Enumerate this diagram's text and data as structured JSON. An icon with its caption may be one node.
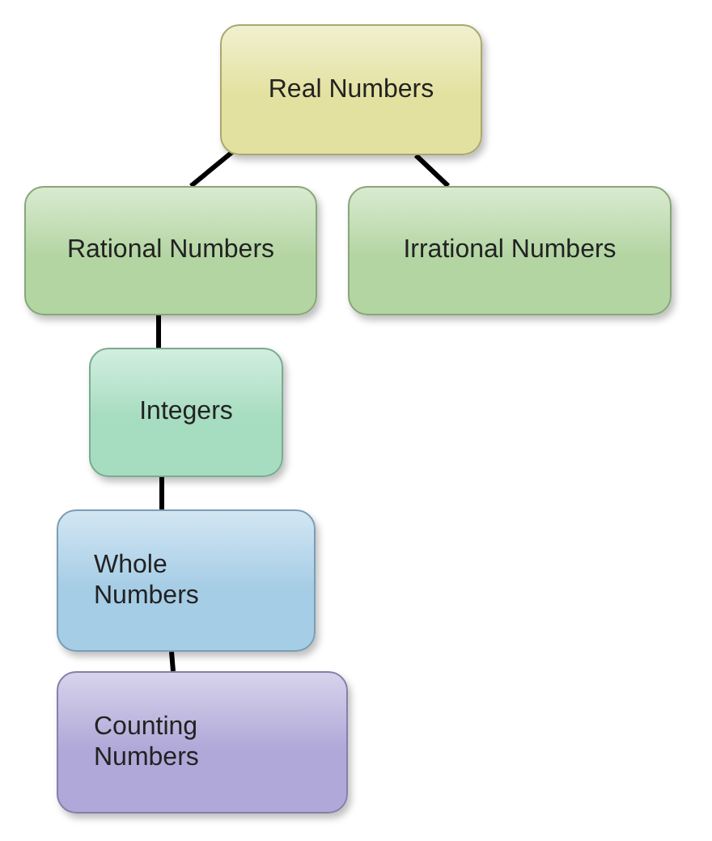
{
  "diagram": {
    "nodes": [
      {
        "text": [
          "Real Numbers"
        ]
      },
      {
        "text": [
          "Rational Numbers"
        ]
      },
      {
        "text": [
          "Irrational Numbers"
        ]
      },
      {
        "text": [
          "Integers"
        ]
      },
      {
        "text": [
          "Whole Numbers"
        ]
      },
      {
        "text": [
          "Counting Numbers"
        ]
      }
    ],
    "edges": [
      {
        "from": 0,
        "to": 1,
        "arrow": "none"
      },
      {
        "from": 0,
        "to": 2,
        "arrow": "none"
      },
      {
        "from": 1,
        "to": 3,
        "arrow": "none"
      },
      {
        "from": 3,
        "to": 4,
        "arrow": "none"
      },
      {
        "from": 4,
        "to": 5,
        "arrow": "none"
      }
    ]
  }
}
